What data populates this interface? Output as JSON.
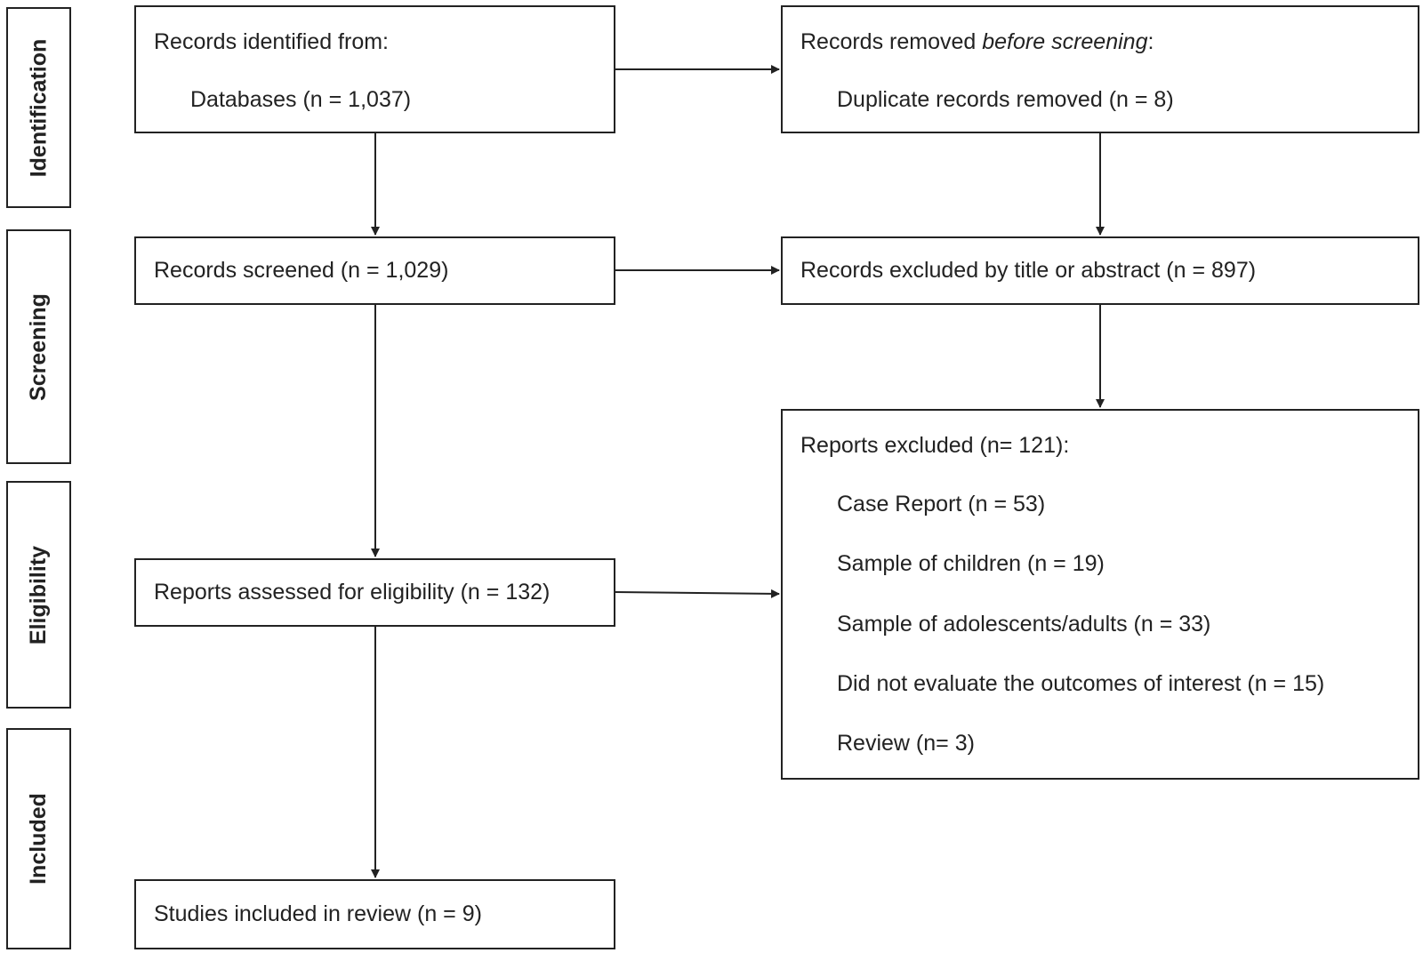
{
  "phases": {
    "identification": "Identification",
    "screening": "Screening",
    "eligibility": "Eligibility",
    "included": "Included"
  },
  "identified": {
    "title": "Records identified from:",
    "databases": "Databases (n = 1,037)"
  },
  "removed": {
    "title_prefix": "Records removed ",
    "title_italic": "before screening",
    "title_suffix": ":",
    "duplicates": "Duplicate records removed (n = 8)"
  },
  "screened": {
    "text": "Records screened (n = 1,029)"
  },
  "excluded_title": {
    "text": "Records excluded by title or abstract (n = 897)"
  },
  "assessed": {
    "text": "Reports assessed for eligibility (n = 132)"
  },
  "reports_excluded": {
    "title": "Reports excluded (n= 121):",
    "items": [
      "Case Report (n = 53)",
      "Sample of children (n = 19)",
      "Sample of adolescents/adults (n = 33)",
      "Did not evaluate the outcomes of interest (n = 15)",
      "Review (n= 3)"
    ]
  },
  "included_box": {
    "text": "Studies included in review (n = 9)"
  }
}
